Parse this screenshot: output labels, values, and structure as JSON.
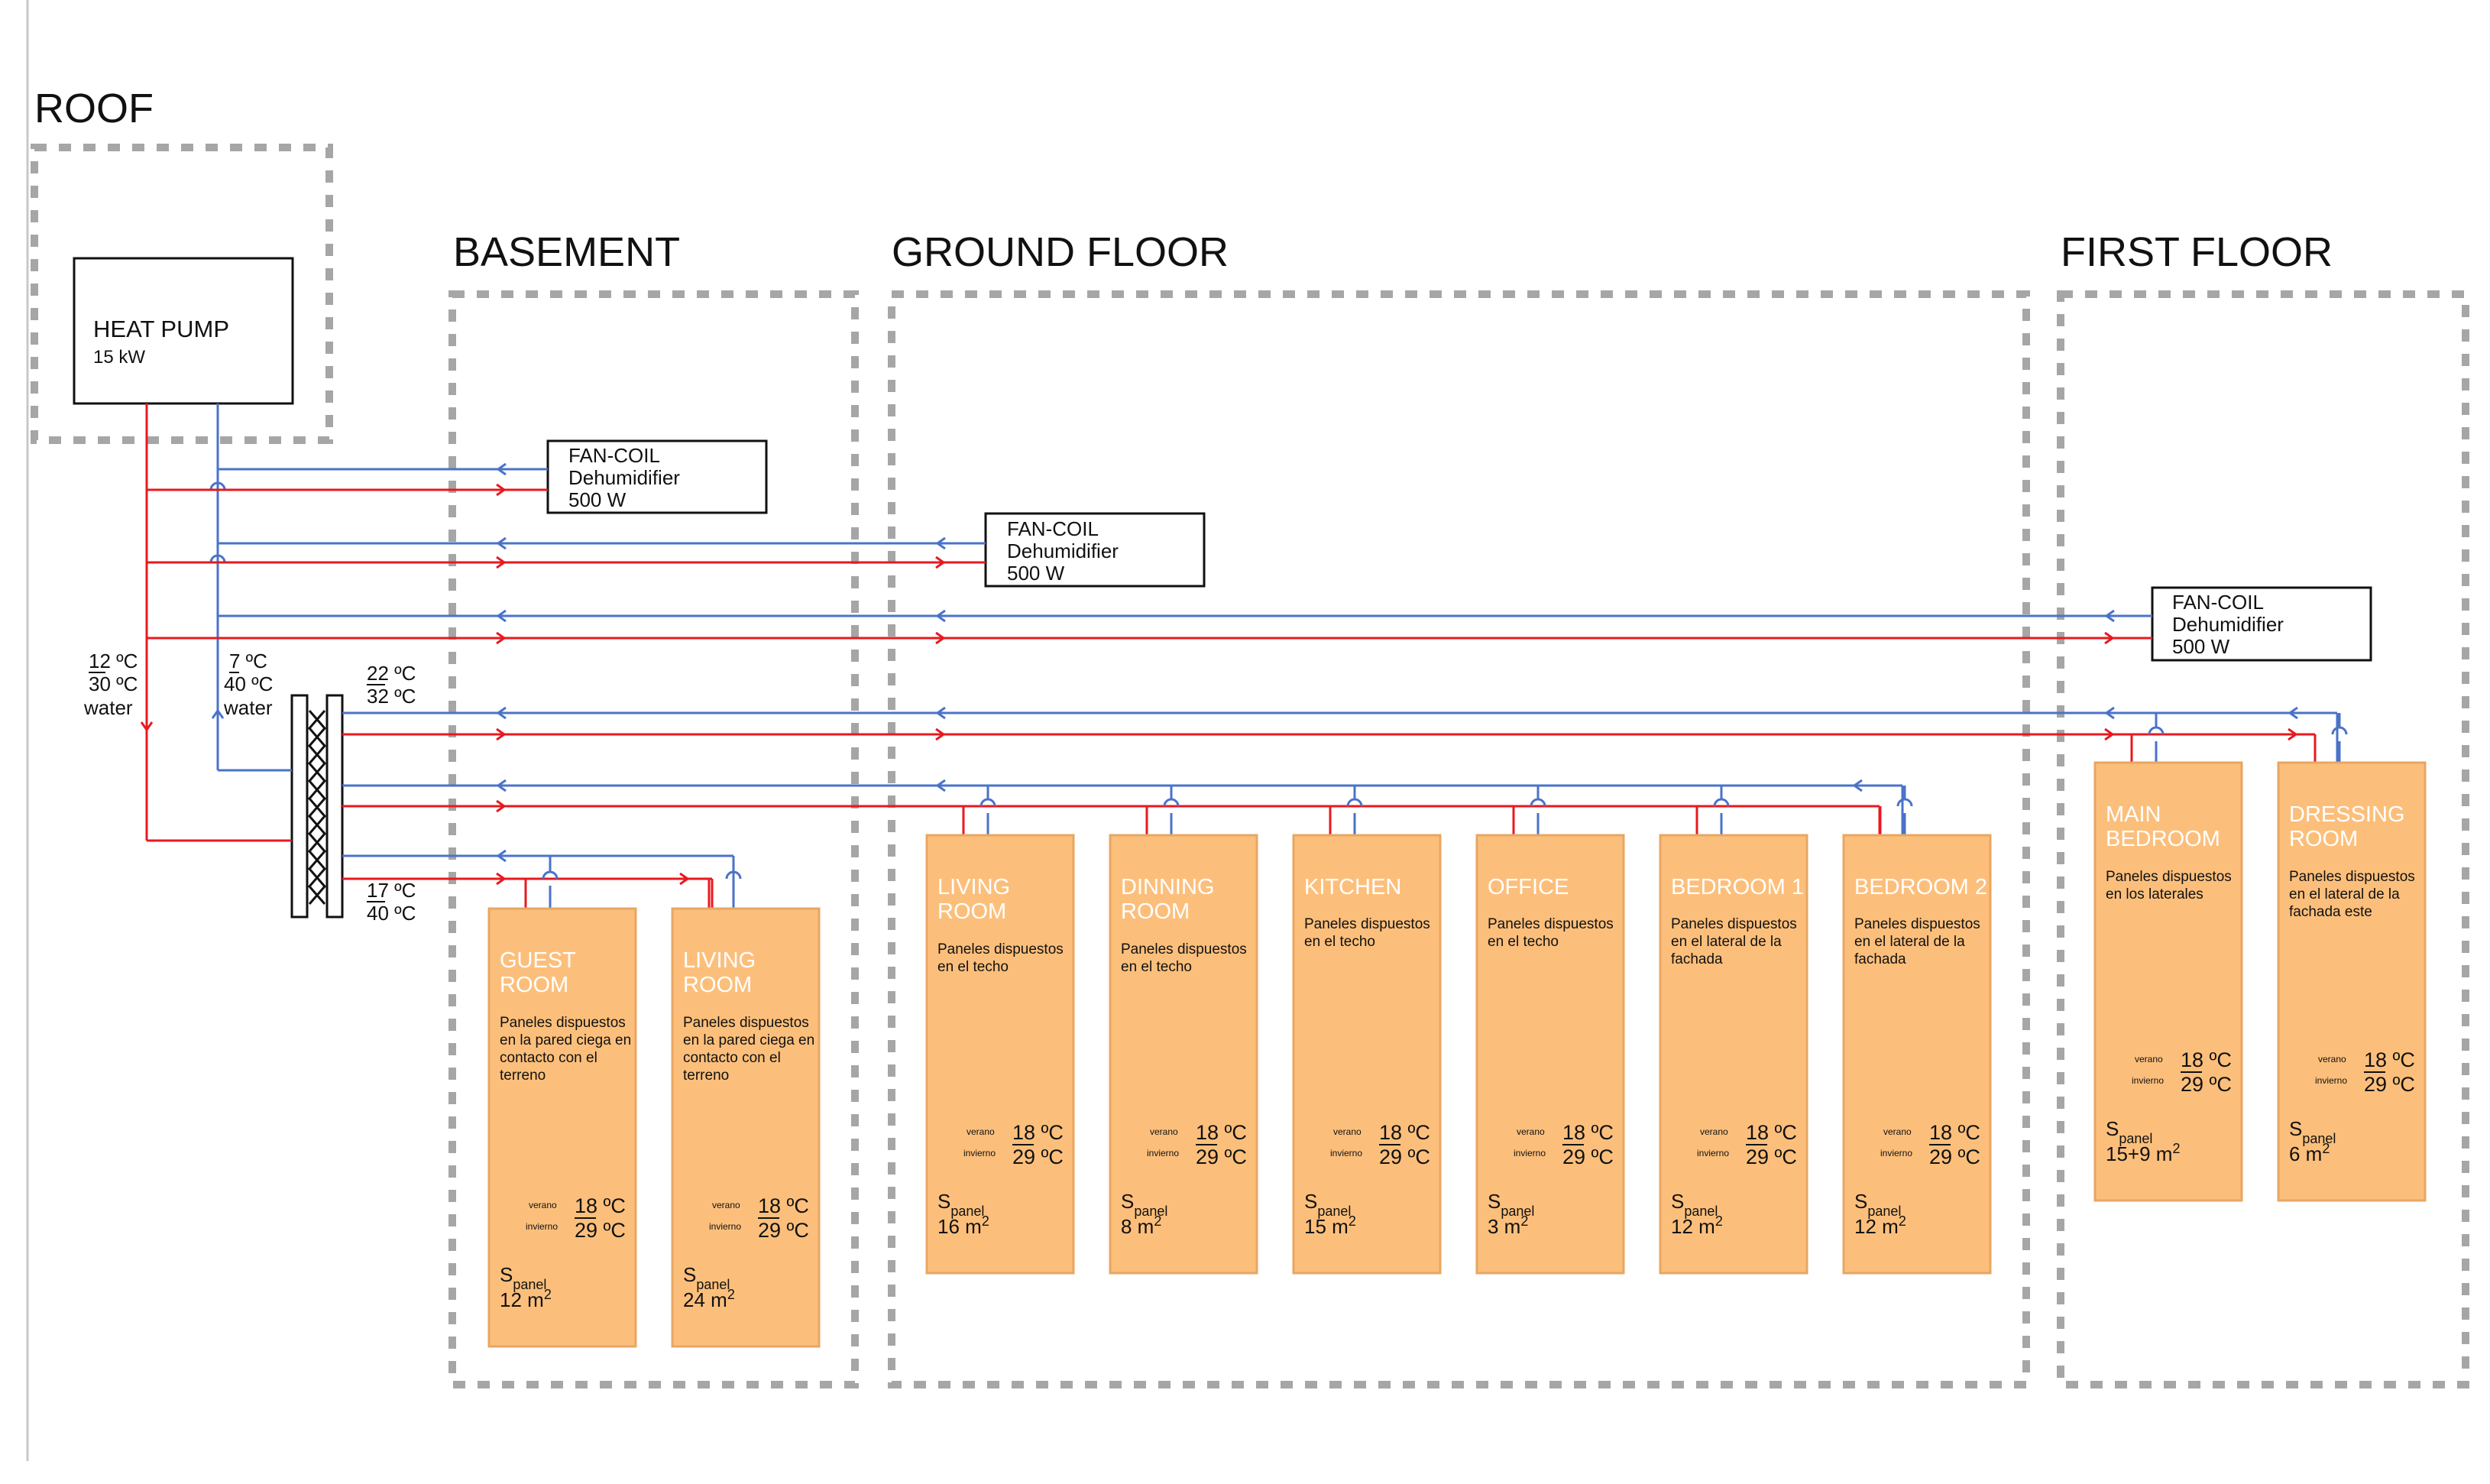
{
  "zones": [
    {
      "id": "roof",
      "title": "ROOF"
    },
    {
      "id": "basement",
      "title": "BASEMENT"
    },
    {
      "id": "ground",
      "title": "GROUND FLOOR"
    },
    {
      "id": "first",
      "title": "FIRST FLOOR"
    }
  ],
  "heat_pump": {
    "title": "HEAT PUMP",
    "power": "15 kW"
  },
  "fan_coils": [
    {
      "line1": "FAN-COIL",
      "line2": "Dehumidifier",
      "line3": "500 W"
    },
    {
      "line1": "FAN-COIL",
      "line2": "Dehumidifier",
      "line3": "500 W"
    },
    {
      "line1": "FAN-COIL",
      "line2": "Dehumidifier",
      "line3": "500 W"
    }
  ],
  "supply_label": {
    "top": "12 ºC",
    "bottom": "30 ºC",
    "medium": "water"
  },
  "return_label": {
    "top": "7 ºC",
    "bottom": "40 ºC",
    "medium": "water"
  },
  "hx_out_upper": {
    "top": "22 ºC",
    "bottom": "32 ºC"
  },
  "hx_out_lower": {
    "top": "17 ºC",
    "bottom": "40 ºC"
  },
  "temp_labels": {
    "summer": "verano",
    "winter": "invierno",
    "area_prefix": "S",
    "area_sub": "panel",
    "area_unit_sup": "2"
  },
  "rooms": [
    {
      "name1": "GUEST",
      "name2": "ROOM",
      "desc": [
        "Paneles dispuestos",
        "en la pared ciega en",
        "contacto con el",
        "terreno"
      ],
      "summer": "18 ºC",
      "winter": "29 ºC",
      "area": "12 m"
    },
    {
      "name1": "LIVING",
      "name2": "ROOM",
      "desc": [
        "Paneles dispuestos",
        "en la pared ciega en",
        "contacto con el",
        "terreno"
      ],
      "summer": "18 ºC",
      "winter": "29 ºC",
      "area": "24 m"
    },
    {
      "name1": "LIVING",
      "name2": "ROOM",
      "desc": [
        "Paneles dispuestos",
        "en el techo"
      ],
      "summer": "18 ºC",
      "winter": "29 ºC",
      "area": "16 m"
    },
    {
      "name1": "DINNING",
      "name2": "ROOM",
      "desc": [
        "Paneles dispuestos",
        "en el techo"
      ],
      "summer": "18 ºC",
      "winter": "29 ºC",
      "area": "8 m"
    },
    {
      "name1": "KITCHEN",
      "name2": "",
      "desc": [
        "Paneles dispuestos",
        "en el techo"
      ],
      "summer": "18 ºC",
      "winter": "29 ºC",
      "area": "15 m"
    },
    {
      "name1": "OFFICE",
      "name2": "",
      "desc": [
        "Paneles dispuestos",
        "en el techo"
      ],
      "summer": "18 ºC",
      "winter": "29 ºC",
      "area": "3 m"
    },
    {
      "name1": "BEDROOM 1",
      "name2": "",
      "desc": [
        "Paneles dispuestos",
        "en el lateral de la",
        "fachada"
      ],
      "summer": "18 ºC",
      "winter": "29 ºC",
      "area": "12 m"
    },
    {
      "name1": "BEDROOM 2",
      "name2": "",
      "desc": [
        "Paneles dispuestos",
        "en el lateral de la",
        "fachada"
      ],
      "summer": "18 ºC",
      "winter": "29 ºC",
      "area": "12 m"
    },
    {
      "name1": "MAIN",
      "name2": "BEDROOM",
      "desc": [
        "Paneles dispuestos",
        "en los laterales"
      ],
      "summer": "18 ºC",
      "winter": "29 ºC",
      "area": "15+9 m"
    },
    {
      "name1": "DRESSING",
      "name2": "ROOM",
      "desc": [
        "Paneles dispuestos",
        "en el lateral de la",
        "fachada este"
      ],
      "summer": "18 ºC",
      "winter": "29 ºC",
      "area": "6 m"
    }
  ],
  "colors": {
    "supply": "#e8191f",
    "return": "#4a73c8",
    "room_fill": "#fcbf7b",
    "room_stroke": "#e8a663",
    "zone_border": "#a6a6a6"
  }
}
